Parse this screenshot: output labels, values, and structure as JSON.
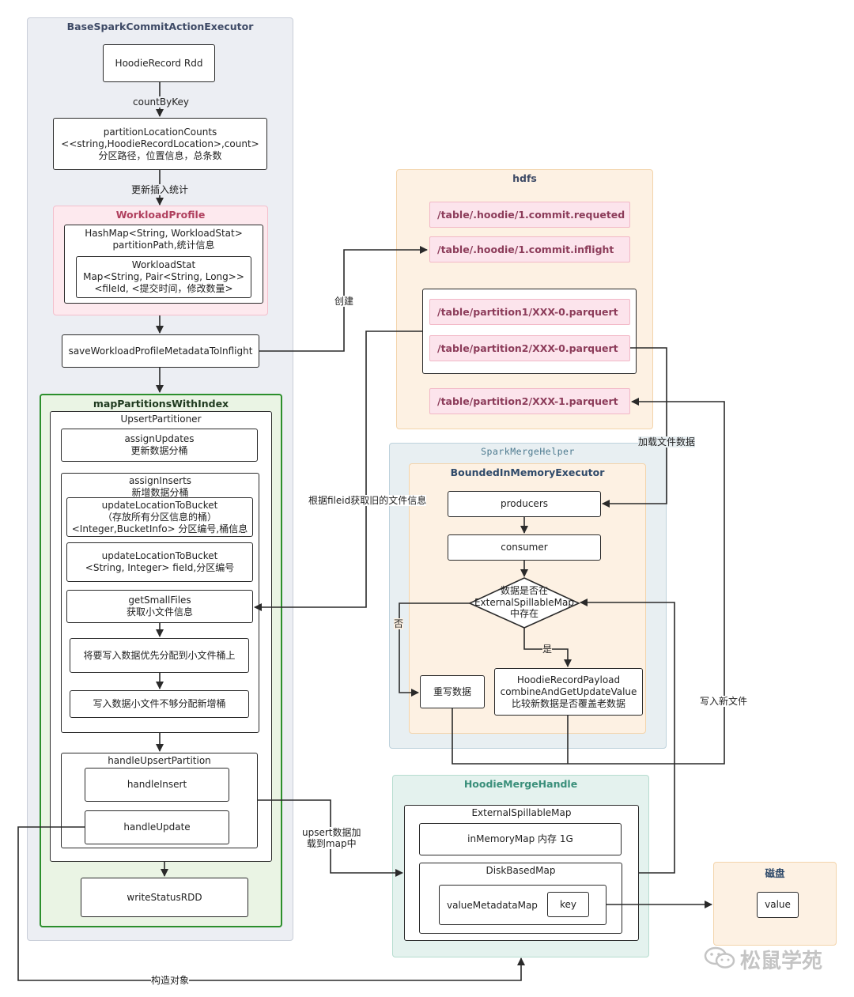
{
  "groups": {
    "base": "BaseSparkCommitActionExecutor",
    "hdfs": "hdfs",
    "workload_profile": "WorkloadProfile",
    "map_partitions": "mapPartitionsWithIndex",
    "spark_merge_helper": "SparkMergeHelper",
    "bounded_executor": "BoundedInMemoryExecutor",
    "merge_handle": "HoodieMergeHandle",
    "disk": "磁盘"
  },
  "nodes": {
    "record_rdd": "HoodieRecord Rdd",
    "partition_counts": [
      "partitionLocationCounts",
      "<<string,HoodieRecordLocation>,count>",
      "分区路径，位置信息，总条数"
    ],
    "hashmap": [
      "HashMap<String, WorkloadStat>",
      "partitionPath,统计信息"
    ],
    "workload_stat": [
      "WorkloadStat",
      "Map<String, Pair<String, Long>>",
      "<fileId, <提交时间，修改数量>"
    ],
    "save_inflight": "saveWorkloadProfileMetadataToInflight",
    "upsert_partitioner": "UpsertPartitioner",
    "assign_updates": [
      "assignUpdates",
      "更新数据分桶"
    ],
    "assign_inserts": [
      "assignInserts",
      "新增数据分桶"
    ],
    "update_loc_bucket_1": [
      "updateLocationToBucket",
      "（存放所有分区信息的桶）",
      "<Integer,BucketInfo> 分区编号,桶信息"
    ],
    "update_loc_bucket_2": [
      "updateLocationToBucket",
      "<String, Integer> fieId,分区编号"
    ],
    "get_small_files": [
      "getSmallFiles",
      "获取小文件信息"
    ],
    "assign_small": "将要写入数据优先分配到小文件桶上",
    "assign_new": "写入数据小文件不够分配新增桶",
    "handle_upsert": "handleUpsertPartition",
    "handle_insert": "handleInsert",
    "handle_update": "handleUpdate",
    "write_status": "writeStatusRDD",
    "hdfs_requested": "/table/.hoodie/1.commit.requeted",
    "hdfs_inflight": "/table/.hoodie/1.commit.inflight",
    "hdfs_p1": "/table/partition1/XXX-0.parquert",
    "hdfs_p2": "/table/partition2/XXX-0.parquert",
    "hdfs_p2_new": "/table/partition2/XXX-1.parquert",
    "producers": "producers",
    "consumer": "consumer",
    "decision": [
      "数据是否在",
      "ExternalSpillableMap",
      "中存在"
    ],
    "rewrite": "重写数据",
    "payload": [
      "HoodieRecordPayload",
      "combineAndGetUpdateValue",
      "比较新数据是否覆盖老数据"
    ],
    "external_map": "ExternalSpillableMap",
    "in_memory_map": "inMemoryMap  内存 1G",
    "disk_based_map": "DiskBasedMap",
    "value_metadata_map": "valueMetadataMap",
    "key": "key",
    "value": "value"
  },
  "edge_labels": {
    "count_by_key": "countByKey",
    "update_insert_stats": "更新插入统计",
    "create": "创建",
    "get_old_file_info": "根据fileid获取旧的文件信息",
    "load_file_data": "加载文件数据",
    "no": "否",
    "yes": "是",
    "write_new_file": "写入新文件",
    "upsert_load": [
      "upsert数据加",
      "载到map中"
    ],
    "construct_object": "构造对象"
  },
  "watermark": "松鼠学苑",
  "colors": {
    "base_bg": "#eceef3",
    "hdfs_bg": "#fdf1e3",
    "workload_bg": "#fde9ee",
    "map_partitions_bg": "#eaf4e4",
    "spark_merge_bg": "#e8eff2",
    "merge_handle_bg": "#e4f2ee",
    "disk_bg": "#fdf1e3",
    "path_bg": "#fce4ec",
    "path_text": "#8c3c5a"
  }
}
